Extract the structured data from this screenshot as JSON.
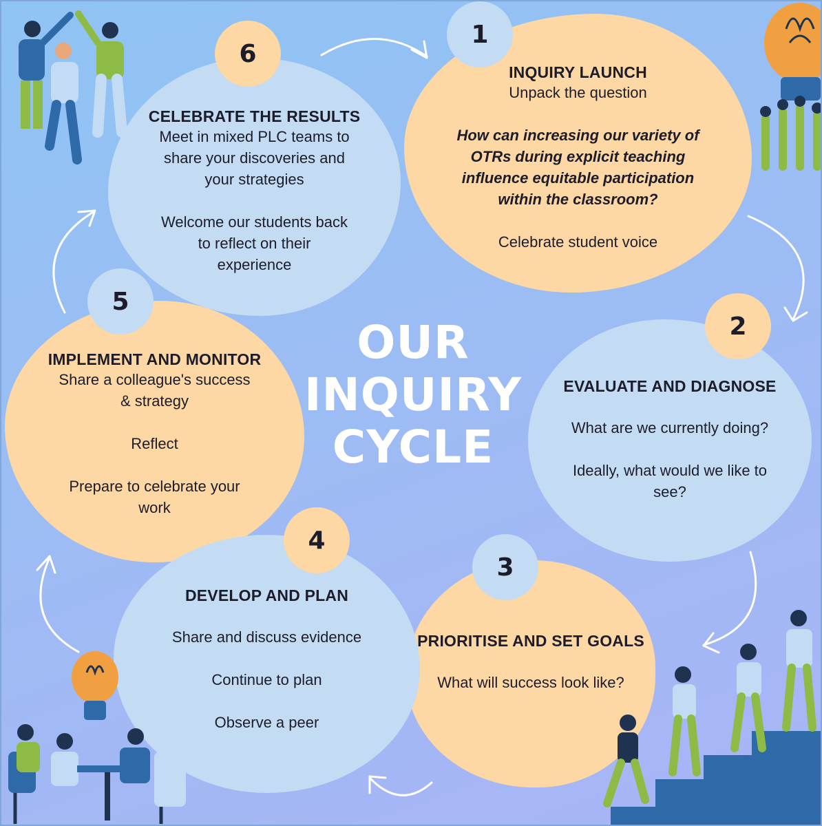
{
  "title": [
    "OUR",
    "INQUIRY",
    "CYCLE"
  ],
  "steps": [
    {
      "number": "1",
      "heading": "INQUIRY LAUNCH",
      "lines": [
        "Unpack the question"
      ],
      "question": [
        "How can increasing our variety of",
        "OTRs during explicit teaching",
        "influence equitable participation",
        "within the classroom?"
      ],
      "after": [
        "Celebrate student voice"
      ]
    },
    {
      "number": "2",
      "heading": "EVALUATE AND DIAGNOSE",
      "lines": [
        "What are we currently doing?",
        "Ideally, what would we like to",
        "see?"
      ]
    },
    {
      "number": "3",
      "heading": "PRIORITISE AND SET GOALS",
      "lines": [
        "What will success look like?"
      ]
    },
    {
      "number": "4",
      "heading": "DEVELOP AND PLAN",
      "lines": [
        "Share and discuss evidence",
        "Continue to plan",
        "Observe a peer"
      ]
    },
    {
      "number": "5",
      "heading": "IMPLEMENT AND MONITOR",
      "lines": [
        "Share a colleague's success",
        "& strategy",
        "Reflect",
        "Prepare to celebrate your",
        "work"
      ]
    },
    {
      "number": "6",
      "heading": "CELEBRATE THE RESULTS",
      "lines": [
        "Meet in mixed PLC teams to",
        "share your discoveries and",
        "your strategies",
        "Welcome our students back",
        "to reflect on their",
        "experience"
      ]
    }
  ],
  "colors": {
    "peach": "#fdd7a4",
    "light_blue": "#c3dcf3",
    "arrow": "#ffffff",
    "figure_blue": "#2f6aa8",
    "figure_green": "#8dbb45",
    "bulb": "#f0a040"
  }
}
